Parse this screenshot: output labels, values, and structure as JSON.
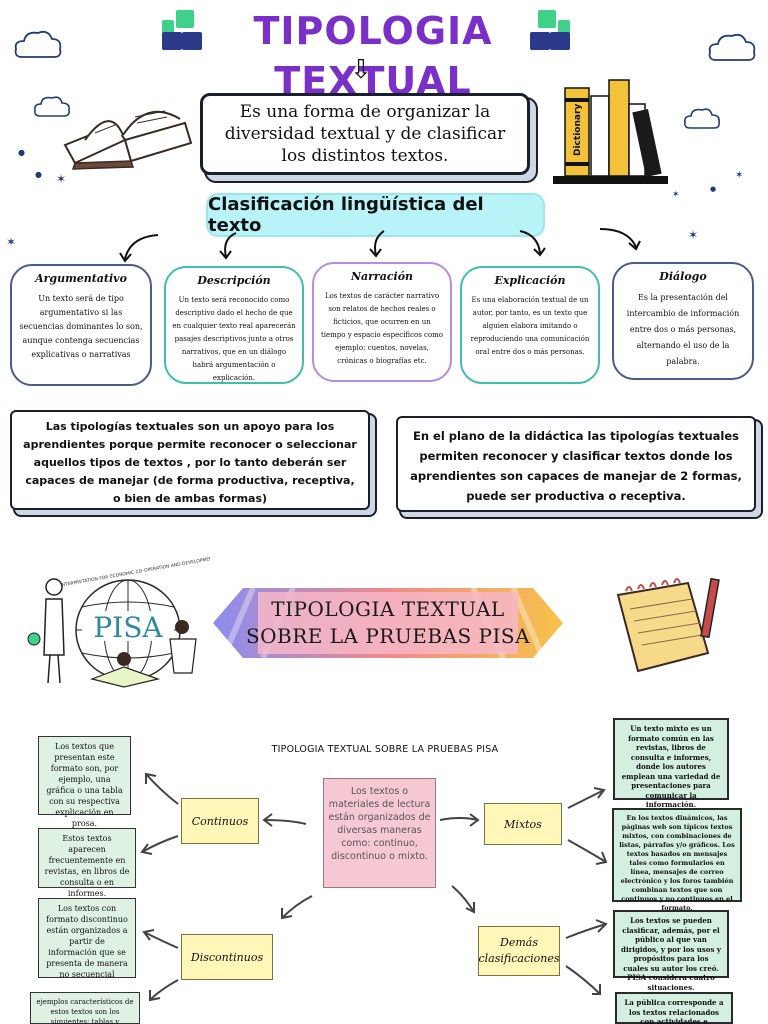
{
  "header": {
    "title": "TIPOLOGIA TEXTUAL",
    "definition": "Es una forma de organizar la diversidad textual y de clasificar los distintos textos.",
    "arrow_glyph": "⇩"
  },
  "book_label": "Dictionary",
  "classification": {
    "title": "Clasificación lingüística del texto",
    "types": [
      {
        "name": "Argumentativo",
        "text": "Un texto será de tipo argumentativo si las secuencias dominantes lo son, aunque contenga secuencias explicativas o narrativas",
        "color": "#4a5b8c"
      },
      {
        "name": "Descripción",
        "text": "Un texto será reconocido como descriptivo dado el hecho de que en cualquier texto real aparecerán pasajes descriptivos junto a otros narrativos, que en un diálogo habrá argumentación o explicación.",
        "color": "#3dbfae"
      },
      {
        "name": "Narración",
        "text": "Los textos de carácter narrativo son relatos de hechos reales o ficticios, que ocurren en un tiempo y espacio específicos como ejemplo: cuentos, novelas, crónicas o biografías etc.",
        "color": "#b98be0"
      },
      {
        "name": "Explicación",
        "text": "Es una elaboración textual de un autor, por tanto, es un texto que alguien elabora imitando o reproduciendo una comunicación oral entre dos o más personas.",
        "color": "#3dbfae"
      },
      {
        "name": "Diálogo",
        "text": "Es la presentación del intercambio de información entre dos o más personas, alternando el uso de la palabra.",
        "color": "#4a5b8c"
      }
    ]
  },
  "notes": [
    "Las tipologías textuales son un apoyo para los aprendientes porque permite reconocer o seleccionar aquellos tipos de textos , por lo tanto deberán ser capaces de manejar (de forma productiva, receptiva, o bien de ambas formas)",
    "En el plano de la didáctica las tipologías textuales permiten reconocer y clasificar textos donde los aprendientes son capaces de manejar de 2 formas, puede ser  productiva o receptiva."
  ],
  "pisa": {
    "logo_text": "PISA",
    "logo_caption": "INTERPRETATION FOR ECONOMIC CO-OPERATION AND DEVELOPMENT",
    "banner_line1": "TIPOLOGIA TEXTUAL",
    "banner_line2": "SOBRE LA PRUEBAS PISA"
  },
  "diagram": {
    "title": "TIPOLOGIA TEXTUAL SOBRE LA PRUEBAS PISA",
    "center": "Los textos o materiales de lectura están organizados de diversas maneras como: continuo, discontinuo o mixto.",
    "continuos": "Continuos",
    "discontinuos": "Discontinuos",
    "mixtos": "Mixtos",
    "demas": "Demás clasificaciones",
    "continuos_notes": [
      "Los textos que presentan este formato son, por ejemplo, una gráfica o una tabla con su respectiva explicación en prosa.",
      "Estos textos aparecen frecuentemente en revistas, en libros de consulta o en informes."
    ],
    "discontinuos_notes": [
      "Los textos con formato discontinuo están organizados a partir de información que se presenta de manera no secuencial",
      "ejemplos característicos de estos textos son los siguientes: tablas y cuadros, gráficas,"
    ],
    "mixtos_notes": [
      "Un texto mixto es un formato común en las revistas, libros de consulta e informes, donde los autores emplean una variedad de presentaciones para comunicar la información.",
      "En los textos dinámicos, las páginas web son típicos textos mixtos, con combinaciones de listas, párrafos y/o gráficos. Los textos basados en mensajes tales como formularios en línea, mensajes de correo electrónico y los foros también combinan textos que son continuos y no continuos en el formato."
    ],
    "demas_notes": [
      "Los textos se pueden clasificar, además, por el público al que van dirigidos, y por los usos y propósitos para los cuales su autor los creó. PISA considera cuatro situaciones.",
      "La pública corresponde a los textos relacionados con actividades e intereses sociales,"
    ]
  },
  "colors": {
    "title": "#7a2fc8",
    "tiles_green": "#3fd08a",
    "tiles_navy": "#2b3a8a",
    "classif_bg": "#b8f3f7",
    "center_box": "#f6c8d3",
    "yellow_box": "#fff6b8",
    "green_box": "#dff1e3"
  }
}
